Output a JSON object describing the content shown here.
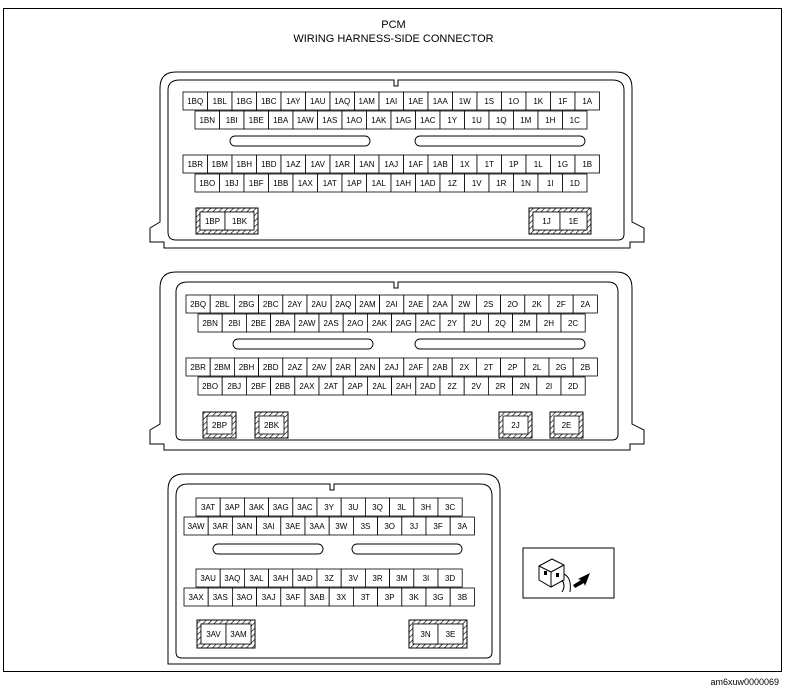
{
  "header": {
    "title": "PCM",
    "subtitle": "WIRING HARNESS-SIDE CONNECTOR"
  },
  "footer": {
    "code": "am6xuw0000069"
  },
  "connector1": {
    "row1": [
      "1BQ",
      "1BL",
      "1BG",
      "1BC",
      "1AY",
      "1AU",
      "1AQ",
      "1AM",
      "1AI",
      "1AE",
      "1AA",
      "1W",
      "1S",
      "1O",
      "1K",
      "1F",
      "1A"
    ],
    "row2": [
      "1BN",
      "1BI",
      "1BE",
      "1BA",
      "1AW",
      "1AS",
      "1AO",
      "1AK",
      "1AG",
      "1AC",
      "1Y",
      "1U",
      "1Q",
      "1M",
      "1H",
      "1C"
    ],
    "row3": [
      "1BR",
      "1BM",
      "1BH",
      "1BD",
      "1AZ",
      "1AV",
      "1AR",
      "1AN",
      "1AJ",
      "1AF",
      "1AB",
      "1X",
      "1T",
      "1P",
      "1L",
      "1G",
      "1B"
    ],
    "row4": [
      "1BO",
      "1BJ",
      "1BF",
      "1BB",
      "1AX",
      "1AT",
      "1AP",
      "1AL",
      "1AH",
      "1AD",
      "1Z",
      "1V",
      "1R",
      "1N",
      "1I",
      "1D"
    ],
    "left_pins": [
      "1BP",
      "1BK"
    ],
    "right_pins": [
      "1J",
      "1E"
    ]
  },
  "connector2": {
    "row1": [
      "2BQ",
      "2BL",
      "2BG",
      "2BC",
      "2AY",
      "2AU",
      "2AQ",
      "2AM",
      "2AI",
      "2AE",
      "2AA",
      "2W",
      "2S",
      "2O",
      "2K",
      "2F",
      "2A"
    ],
    "row2": [
      "2BN",
      "2BI",
      "2BE",
      "2BA",
      "2AW",
      "2AS",
      "2AO",
      "2AK",
      "2AG",
      "2AC",
      "2Y",
      "2U",
      "2Q",
      "2M",
      "2H",
      "2C"
    ],
    "row3": [
      "2BR",
      "2BM",
      "2BH",
      "2BD",
      "2AZ",
      "2AV",
      "2AR",
      "2AN",
      "2AJ",
      "2AF",
      "2AB",
      "2X",
      "2T",
      "2P",
      "2L",
      "2G",
      "2B"
    ],
    "row4": [
      "2BO",
      "2BJ",
      "2BF",
      "2BB",
      "2AX",
      "2AT",
      "2AP",
      "2AL",
      "2AH",
      "2AD",
      "2Z",
      "2V",
      "2R",
      "2N",
      "2I",
      "2D"
    ],
    "pins": [
      "2BP",
      "2BK",
      "2J",
      "2E"
    ]
  },
  "connector3": {
    "row1": [
      "3AT",
      "3AP",
      "3AK",
      "3AG",
      "3AC",
      "3Y",
      "3U",
      "3Q",
      "3L",
      "3H",
      "3C"
    ],
    "row2": [
      "3AW",
      "3AR",
      "3AN",
      "3AI",
      "3AE",
      "3AA",
      "3W",
      "3S",
      "3O",
      "3J",
      "3F",
      "3A"
    ],
    "row3": [
      "3AU",
      "3AQ",
      "3AL",
      "3AH",
      "3AD",
      "3Z",
      "3V",
      "3R",
      "3M",
      "3I",
      "3D"
    ],
    "row4": [
      "3AX",
      "3AS",
      "3AO",
      "3AJ",
      "3AF",
      "3AB",
      "3X",
      "3T",
      "3P",
      "3K",
      "3G",
      "3B"
    ],
    "left_pins": [
      "3AV",
      "3AM"
    ],
    "right_pins": [
      "3N",
      "3E"
    ]
  }
}
